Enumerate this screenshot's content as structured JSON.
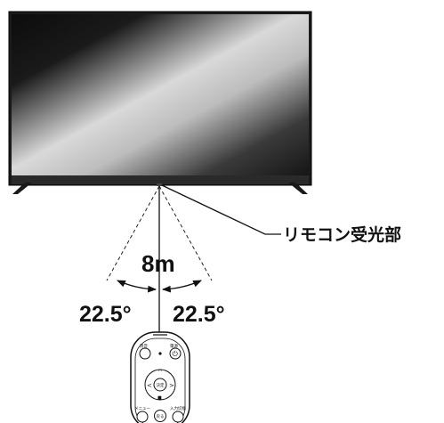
{
  "labels": {
    "distance": "8m",
    "angle_left": "22.5°",
    "angle_right": "22.5°",
    "sensor": "リモコン受光部"
  },
  "remote": {
    "top_left_label": "消音",
    "top_right_label": "電源",
    "center_label": "決定",
    "bottom_left_label": "メニュー",
    "bottom_center_label": "戻る",
    "bottom_right_label": "入力切換"
  }
}
